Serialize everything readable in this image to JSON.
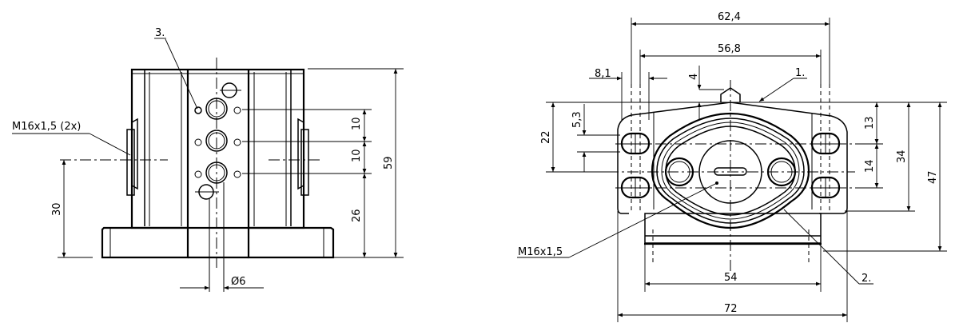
{
  "drawing": {
    "views": [
      "side-view",
      "front-view"
    ],
    "colors": {
      "line": "#000000",
      "background": "#ffffff"
    }
  },
  "side_view": {
    "callouts": {
      "item3": "3.",
      "thread_side": "M16x1,5 (2x)"
    },
    "dimensions": {
      "pitch_upper": "10",
      "pitch_lower": "10",
      "height_total": "59",
      "height_port": "26",
      "height_thread": "30",
      "diameter": "Ø6"
    }
  },
  "front_view": {
    "callouts": {
      "item1": "1.",
      "item2": "2.",
      "thread_front": "M16x1,5"
    },
    "dimensions": {
      "width_outer_holes": "62,4",
      "width_inner_holes": "56,8",
      "slot_width": "8,1",
      "top_offset": "4",
      "slot_height": "5,3",
      "flange_height": "22",
      "hole_upper": "13",
      "hole_pitch": "14",
      "height_mid": "34",
      "height_total": "47",
      "base_width": "54",
      "total_width": "72"
    }
  }
}
